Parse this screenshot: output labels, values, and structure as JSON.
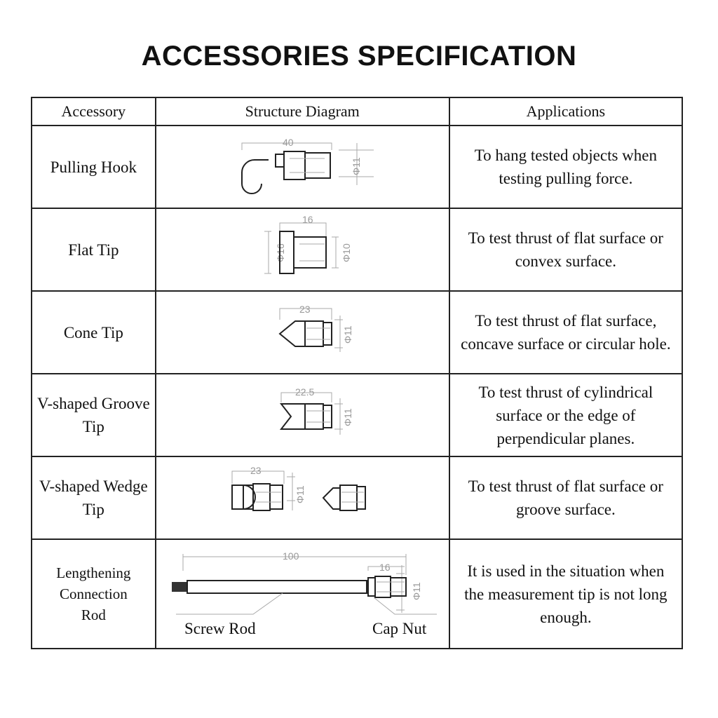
{
  "title": "ACCESSORIES SPECIFICATION",
  "headers": {
    "accessory": "Accessory",
    "diagram": "Structure Diagram",
    "applications": "Applications"
  },
  "rows": [
    {
      "name": "Pulling Hook",
      "dims": [
        "40",
        "Φ11"
      ],
      "application": "To hang tested objects when testing pulling force."
    },
    {
      "name": "Flat Tip",
      "dims": [
        "16",
        "Φ16",
        "Φ10"
      ],
      "application": "To test thrust of flat surface or convex surface."
    },
    {
      "name": "Cone Tip",
      "dims": [
        "23",
        "Φ11"
      ],
      "application": "To test thrust of flat surface, concave surface or circular hole."
    },
    {
      "name": "V-shaped Groove Tip",
      "dims": [
        "22.5",
        "Φ11"
      ],
      "application": "To test thrust of cylindrical surface or the edge of perpendicular planes."
    },
    {
      "name": "V-shaped Wedge Tip",
      "dims": [
        "23",
        "Φ11"
      ],
      "application": "To test thrust of flat surface or groove surface."
    },
    {
      "name": "Lengthening Connection Rod",
      "dims": [
        "100",
        "16",
        "Φ11"
      ],
      "labels": [
        "Screw Rod",
        "Cap Nut"
      ],
      "application": "It is used in the situation when the measurement tip is not long enough."
    }
  ]
}
